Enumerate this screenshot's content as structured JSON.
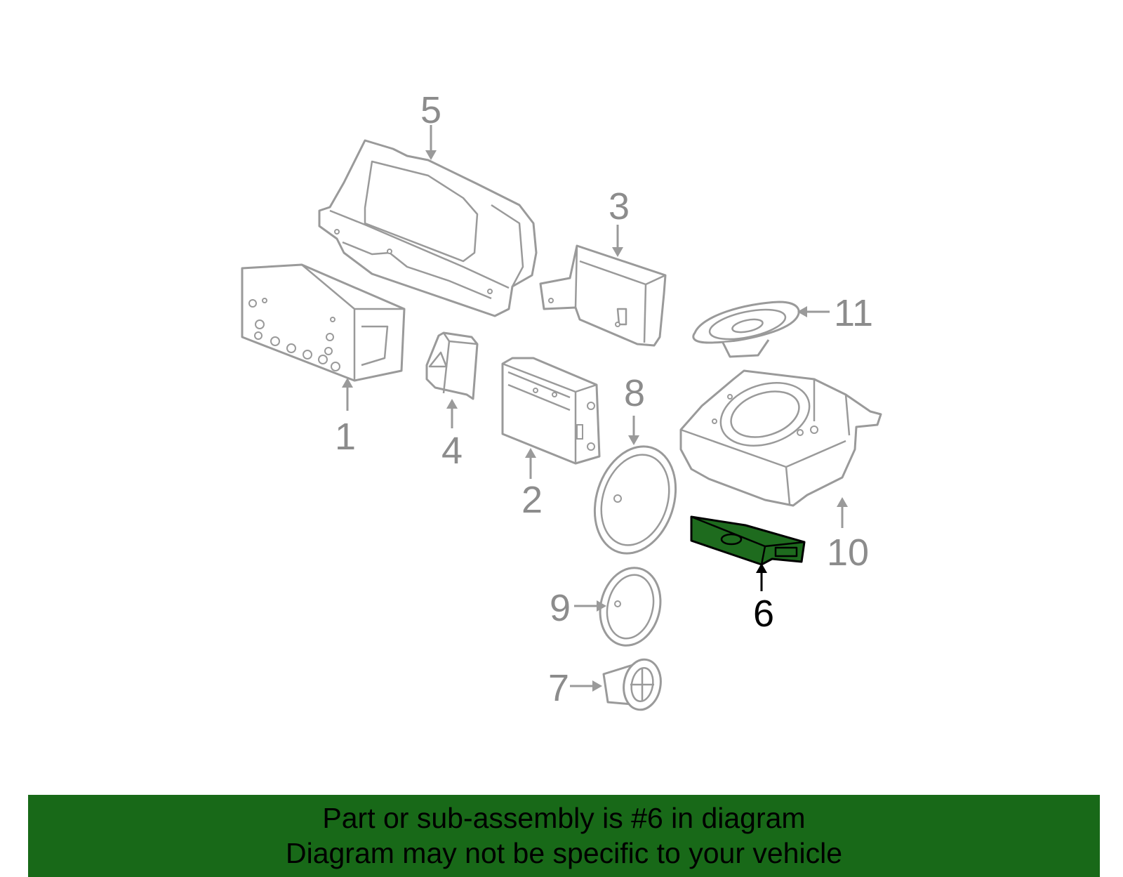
{
  "diagram": {
    "callouts": [
      {
        "id": "1",
        "label": "1"
      },
      {
        "id": "2",
        "label": "2"
      },
      {
        "id": "3",
        "label": "3"
      },
      {
        "id": "4",
        "label": "4"
      },
      {
        "id": "5",
        "label": "5"
      },
      {
        "id": "6",
        "label": "6"
      },
      {
        "id": "7",
        "label": "7"
      },
      {
        "id": "8",
        "label": "8"
      },
      {
        "id": "9",
        "label": "9"
      },
      {
        "id": "10",
        "label": "10"
      },
      {
        "id": "11",
        "label": "11"
      }
    ],
    "highlighted_part": "6",
    "colors": {
      "part_outline": "#9a9a9a",
      "callout_text": "#8c8c8c",
      "highlight_fill": "#1e6b1e",
      "highlight_label": "#000000"
    }
  },
  "footer": {
    "line1": "Part or sub-assembly is #6 in diagram",
    "line2": "Diagram may not be specific to your vehicle",
    "background": "#186918"
  }
}
